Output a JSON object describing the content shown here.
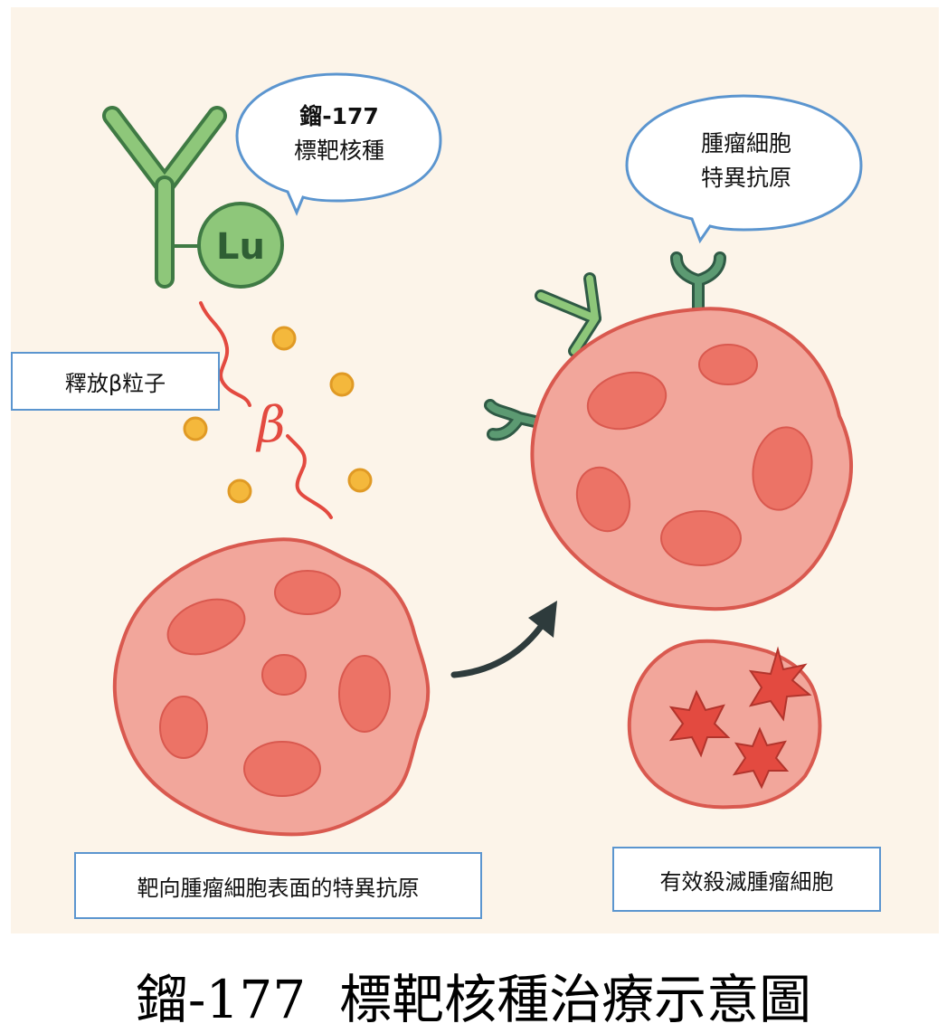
{
  "labels": {
    "bubble_lu": [
      "鎦-177",
      "標靶核種"
    ],
    "bubble_antigen": [
      "腫瘤細胞",
      "特異抗原"
    ],
    "beta_release": "釋放β粒子",
    "targeting": "靶向腫瘤細胞表面的特異抗原",
    "kill": "有效殺滅腫瘤細胞",
    "lu_symbol": "Lu",
    "beta_symbol": "β"
  },
  "title": "鎦-177  標靶核種治療示意圖",
  "colors": {
    "background": "#fcf4e9",
    "antibody": "#8ec77a",
    "antibody_stroke": "#3f7a44",
    "receptor": "#5c9a72",
    "cell_fill": "#f2a69b",
    "cell_stroke": "#d9594f",
    "nucleus": "#ec7366",
    "particle": "#f4b83c",
    "beta_wave": "#e34a40",
    "arrow": "#2e3b3c",
    "box_border": "#5b95cf"
  }
}
